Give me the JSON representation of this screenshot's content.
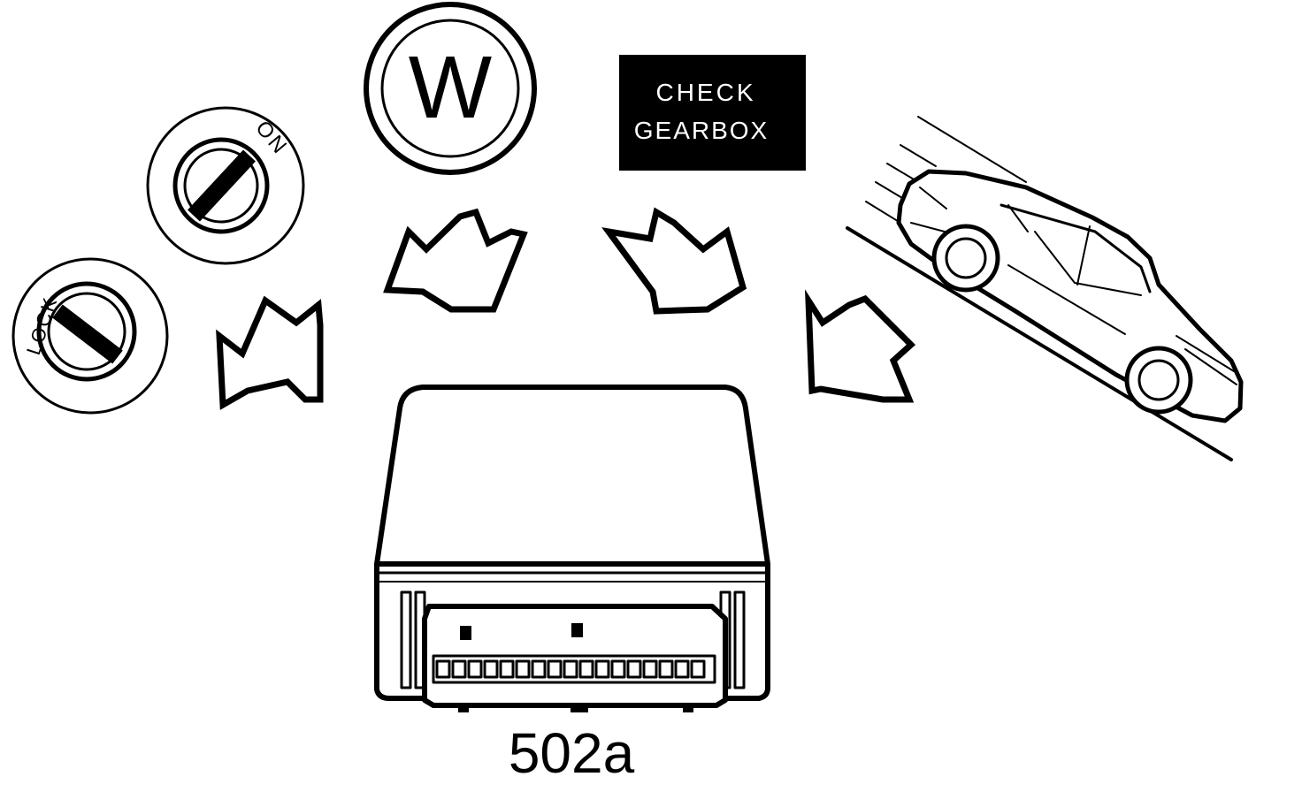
{
  "diagram": {
    "key_lock_label": "LOCK",
    "key_on_label": "ON",
    "winter_symbol": "W",
    "check_gearbox_line1": "CHECK",
    "check_gearbox_line2": "GEARBOX",
    "control_unit_label": "502a"
  },
  "colors": {
    "ink": "#000000",
    "paper": "#ffffff",
    "panel": "#000000",
    "panel_text": "#ffffff"
  },
  "icons": [
    "ignition-key-lock-icon",
    "ignition-key-on-icon",
    "winter-mode-icon",
    "check-gearbox-warning",
    "car-on-slope-icon",
    "arrow-icon",
    "control-unit-icon"
  ]
}
